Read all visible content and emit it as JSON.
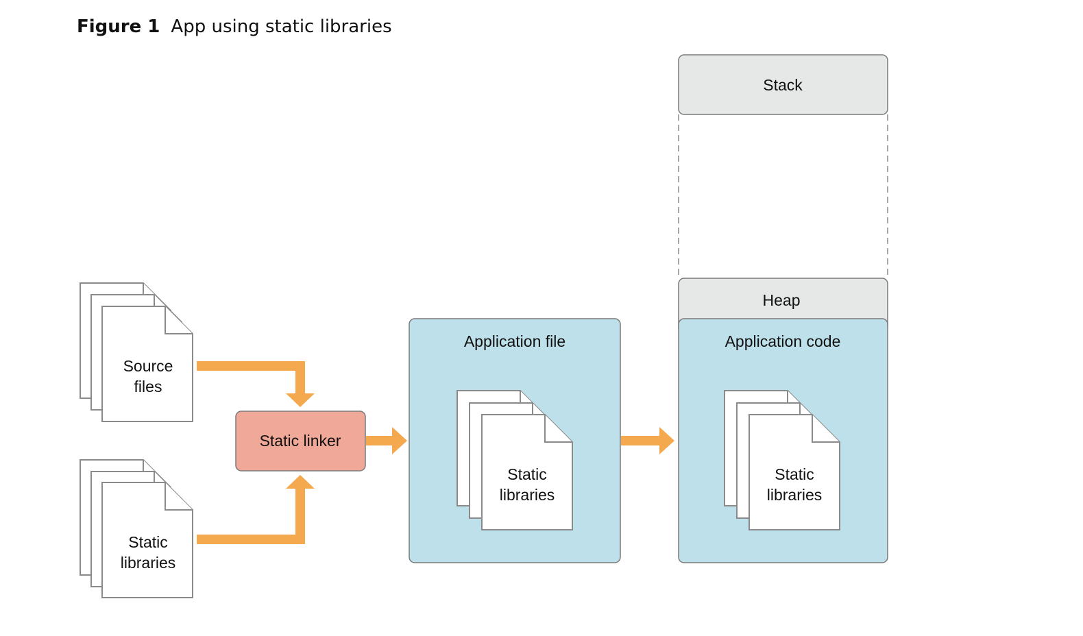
{
  "caption": {
    "figure": "Figure 1",
    "title": "App using static libraries"
  },
  "source_files": {
    "line1": "Source",
    "line2": "files"
  },
  "static_libraries_input": {
    "line1": "Static",
    "line2": "libraries"
  },
  "static_linker": {
    "label": "Static linker",
    "color": "#F0A898"
  },
  "application_file": {
    "title": "Application file",
    "lib_line1": "Static",
    "lib_line2": "libraries",
    "color": "#BDE0EA"
  },
  "memory": {
    "stack": "Stack",
    "heap": "Heap",
    "application_code": "Application code",
    "lib_line1": "Static",
    "lib_line2": "libraries",
    "segment_color": "#E6E7E7"
  },
  "arrow_color": "#F4A94F"
}
